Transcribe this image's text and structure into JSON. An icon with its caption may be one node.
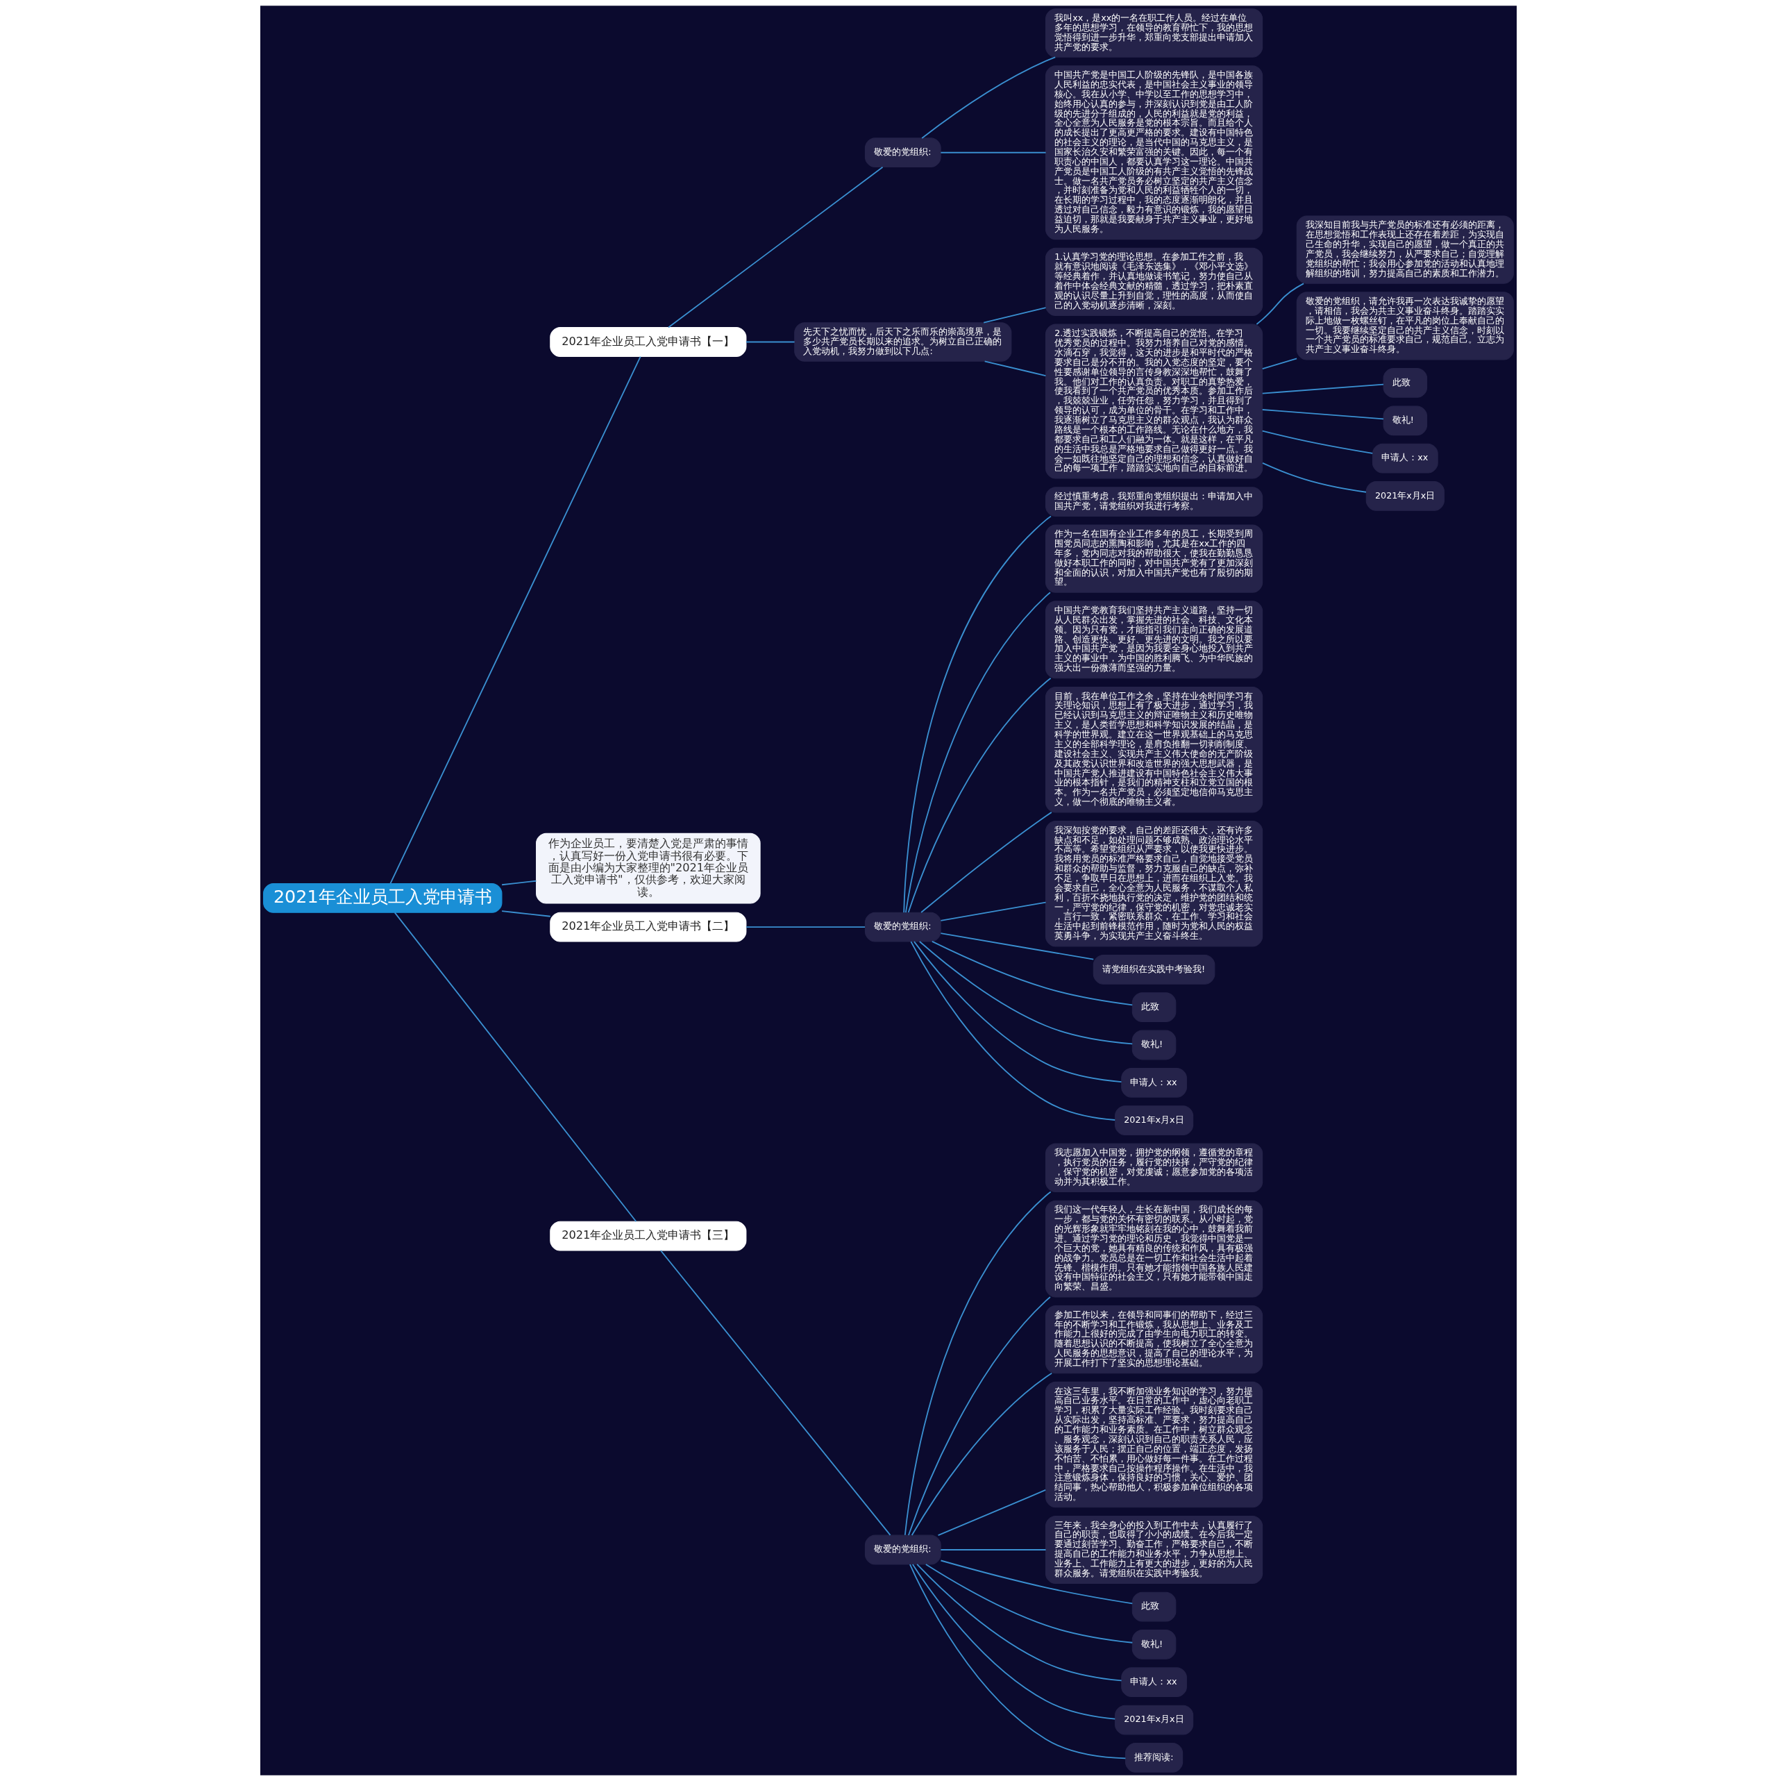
{
  "diagram": {
    "nodes": [
      {
        "text": [
          "2021年企业员工入党申请书"
        ]
      },
      {
        "text": [
          "2021年企业员工入党申请书【一】"
        ]
      },
      {
        "text": [
          "敬爱的党组织:"
        ]
      },
      {
        "text": [
          "我叫xx，是xx的一名在职工作人员。经过在单位多年的思想学习，在领导的教育帮忙下，我的思想觉悟得到进一步升华，郑重向党支部提出申请加入共产党的要求。"
        ]
      },
      {
        "text": [
          "中国共产党是中国工人阶级的先锋队，是中国各族人民利益的忠实代表，是中国社会主义事业的领导核心。我在从小学、中学以至工作的思想学习中，始终用心认真的参与，并深刻认识到党是由工人阶级的先进分子组成的，人民的利益就是党的利益，全心全意为人民服务是党的根本宗旨。而且给个人的成长提出了更高更严格的要求。建设有中国特色的社会主义的理论，是当代中国的马克思主义，是国家长治久安和繁荣富强的关键。因此，每一个有职责心的中国人，都要认真学习这一理论。中国共产党员是中国工人阶级的有共产主义觉悟的先锋战士。做一名共产党员务必树立坚定的共产主义信念，并时刻准备为党和人民的利益牺牲个人的一切，在长期的学习过程中，我的态度逐渐明朗化，并且透过对自己信念，毅力有意识的锻炼，我的愿望日益迫切，那就是我要献身于共产主义事业，更好地为人民服务。"
        ]
      },
      {
        "text": [
          "先天下之忧而忧，后天下之乐而乐的崇高境界，是多少共产党员长期以来的追求。为树立自己正确的入党动机，我努力做到以下几点:"
        ]
      },
      {
        "text": [
          "1.认真学习党的理论思想。在参加工作之前，我就有意识地阅读《毛泽东选集》，《邓小平文选》等经典着作，并认真地做读书笔记，努力使自己从着作中体会经典文献的精髓，透过学习，把朴素直观的认识尽量上升到自觉，理性的高度，从而使自己的入党动机逐步清晰，深刻。"
        ]
      },
      {
        "text": [
          "2.透过实践锻炼，不断提高自己的觉悟。在学习优秀党员的过程中。我努力培养自己对党的感情。水滴石穿，我觉得，这天的进步是和平时代的严格要求自己是分不开的。我的入党态度的坚定，要个性要感谢单位领导的言传身教深深地帮忙，鼓舞了我。他们对工作的认真负责。对职工的真挚热爱，使我看到了一个共产党员的优秀本质。参加工作后，我兢兢业业，任劳任怨，努力学习，并且得到了领导的认可，成为单位的骨干。在学习和工作中，我逐渐树立了马克思主义的群众观点，我认为群众路线是一个根本的工作路线。无论在什么地方，我都要求自己和工人们融为一体。就是这样，在平凡的生活中我总是严格地要求自己做得更好一点。我会一如既往地坚定自己的理想和信念，认真做好自己的每一项工作，踏踏实实地向自己的目标前进。"
        ]
      },
      {
        "text": [
          "我深知目前我与共产党员的标准还有必须的距离，在思想觉悟和工作表现上还存在着差距，为实现自己生命的升华，实现自己的愿望，做一个真正的共产党员，我会继续努力，从严要求自己；自觉理解党组织的帮忙；我会用心参加党的活动和认真地理解组织的培训，努力提高自己的素质和工作潜力。"
        ]
      },
      {
        "text": [
          "敬爱的党组织，请允许我再一次表达我诚挚的愿望，请相信，我会为共主义事业奋斗终身。踏踏实实际上地做一枚螺丝钉，在平凡的岗位上奉献自己的一切。我要继续坚定自己的共产主义信念，时刻以一个共产党员的标准要求自己，规范自己。立志为共产主义事业奋斗终身。"
        ]
      },
      {
        "text": [
          "此致"
        ]
      },
      {
        "text": [
          "敬礼!"
        ]
      },
      {
        "text": [
          "申请人：xx"
        ]
      },
      {
        "text": [
          "2021年x月x日"
        ]
      },
      {
        "text": [
          "作为企业员工，要清楚入党是严肃的事情，认真写好一份入党申请书很有必要。下面是由小编为大家整理的\"2021年企业员工入党申请书\"，仅供参考，欢迎大家阅读。"
        ]
      },
      {
        "text": [
          "2021年企业员工入党申请书【二】"
        ]
      },
      {
        "text": [
          "敬爱的党组织:"
        ]
      },
      {
        "text": [
          "经过慎重考虑，我郑重向党组织提出：申请加入中国共产党，请党组织对我进行考察。"
        ]
      },
      {
        "text": [
          "作为一名在国有企业工作多年的员工，长期受到周围党员同志的熏陶和影响，尤其是在xx工作的四年多，党内同志对我的帮助很大，使我在勤勤恳恳做好本职工作的同时，对中国共产党有了更加深刻和全面的认识，对加入中国共产党也有了殷切的期望。"
        ]
      },
      {
        "text": [
          "中国共产党教育我们坚持共产主义道路，坚持一切从人民群众出发，掌握先进的社会、科技、文化本领。因为只有党，才能指引我们走向正确的发展道路、创造更快、更好、更先进的文明。我之所以要加入中国共产党，是因为我要全身心地投入到共产主义的事业中，为中国的胜利腾飞、为中华民族的强大出一份微薄而坚强的力量。"
        ]
      },
      {
        "text": [
          "目前，我在单位工作之余，坚持在业余时间学习有关理论知识，思想上有了极大进步，通过学习，我已经认识到马克思主义的辩证唯物主义和历史唯物主义，是人类哲学思想和科学知识发展的结晶，是科学的世界观。建立在这一世界观基础上的马克思主义的全部科学理论，是肩负推翻一切剥削制度、建设社会主义、实现共产主义伟大使命的无产阶级及其政党认识世界和改造世界的强大思想武器，是中国共产党人推进建设有中国特色社会主义伟大事业的根本指针，是我们的精神支柱和立党立国的根本。作为一名共产党员，必须坚定地信仰马克思主义，做一个彻底的唯物主义者。"
        ]
      },
      {
        "text": [
          "我深知按党的要求，自己的差距还很大，还有许多缺点和不足，如处理问题不够成熟、政治理论水平不高等。希望党组织从严要求，以使我更快进步。我将用党员的标准严格要求自己，自觉地接受党员和群众的帮助与监督，努力克服自己的缺点，弥补不足，争取早日在思想上，进而在组织上入党。我会要求自己，全心全意为人民服务，不谋取个人私利，百折不挠地执行党的决定，维护党的团结和统一，严守党的纪律，保守党的机密，对党忠诚老实，言行一致，紧密联系群众，在工作、学习和社会生活中起到前锋模范作用，随时为党和人民的权益英勇斗争，为实现共产主义奋斗终生。"
        ]
      },
      {
        "text": [
          "请党组织在实践中考验我!"
        ]
      },
      {
        "text": [
          "此致"
        ]
      },
      {
        "text": [
          "敬礼!"
        ]
      },
      {
        "text": [
          "申请人：xx"
        ]
      },
      {
        "text": [
          "2021年x月x日"
        ]
      },
      {
        "text": [
          "2021年企业员工入党申请书【三】"
        ]
      },
      {
        "text": [
          "敬爱的党组织:"
        ]
      },
      {
        "text": [
          "我志愿加入中国党，拥护党的纲领，遵循党的章程，执行党员的任务，履行党的抉择，严守党的纪律，保守党的机密，对党虔诚；愿意参加党的各项活动并为其积极工作。"
        ]
      },
      {
        "text": [
          "我们这一代年轻人，生长在新中国，我们成长的每一步，都与党的关怀有密切的联系。从小时起，党的光辉形象就牢牢地铭刻在我的心中，鼓舞着我前进。通过学习党的理论和历史，我觉得中国党是一个巨大的党，她具有精良的传统和作风，具有极强的战争力。党员总是在一切工作和社会生活中起着先锋、楷模作用。只有她才能指领中国各族人民建设有中国特征的社会主义，只有她才能带领中国走向繁荣、昌盛。"
        ]
      },
      {
        "text": [
          "参加工作以来，在领导和同事们的帮助下，经过三年的不断学习和工作锻炼，我从思想上、业务及工作能力上很好的完成了由学生向电力职工的转变。随着思想认识的不断提高，使我树立了全心全意为人民服务的思想意识，提高了自己的理论水平，为开展工作打下了坚实的思想理论基础。"
        ]
      },
      {
        "text": [
          "在这三年里，我不断加强业务知识的学习，努力提高自己业务水平。在日常的工作中，虚心向老职工学习，积累了大量实际工作经验。我时刻要求自己从实际出发，坚持高标准、严要求，努力提高自己的工作能力和业务素质。在工作中，树立群众观念、服务观念，深刻认识到自己的职责关系人民，应该服务于人民；摆正自己的位置，端正态度，发扬不怕苦、不怕累，用心做好每一件事。在工作过程中，严格要求自己按操作程序操作。在生活中，我注意锻炼身体，保持良好的习惯，关心、爱护、团结同事，热心帮助他人，积极参加单位组织的各项活动。"
        ]
      },
      {
        "text": [
          "三年来，我全身心的投入到工作中去，认真履行了自己的职责，也取得了小小的成绩。在今后我一定要通过刻苦学习、勤奋工作，严格要求自己，不断提高自己的工作能力和业务水平，力争从思想上、业务上、工作能力上有更大的进步，更好的为人民群众服务。请党组织在实践中考验我。"
        ]
      },
      {
        "text": [
          "此致"
        ]
      },
      {
        "text": [
          "敬礼!"
        ]
      },
      {
        "text": [
          "申请人：xx"
        ]
      },
      {
        "text": [
          "2021年x月x日"
        ]
      },
      {
        "text": [
          "推荐阅读:"
        ]
      }
    ],
    "edges": [
      {
        "from": 0,
        "to": 1,
        "arrow": "none"
      },
      {
        "from": 1,
        "to": 2,
        "arrow": "none"
      },
      {
        "from": 2,
        "to": 3,
        "arrow": "none"
      },
      {
        "from": 2,
        "to": 4,
        "arrow": "none"
      },
      {
        "from": 1,
        "to": 5,
        "arrow": "none"
      },
      {
        "from": 5,
        "to": 6,
        "arrow": "none"
      },
      {
        "from": 5,
        "to": 7,
        "arrow": "none"
      },
      {
        "from": 7,
        "to": 8,
        "arrow": "none"
      },
      {
        "from": 7,
        "to": 9,
        "arrow": "none"
      },
      {
        "from": 7,
        "to": 10,
        "arrow": "none"
      },
      {
        "from": 7,
        "to": 11,
        "arrow": "none"
      },
      {
        "from": 7,
        "to": 12,
        "arrow": "none"
      },
      {
        "from": 7,
        "to": 13,
        "arrow": "none"
      },
      {
        "from": 0,
        "to": 14,
        "arrow": "none"
      },
      {
        "from": 0,
        "to": 15,
        "arrow": "none"
      },
      {
        "from": 15,
        "to": 16,
        "arrow": "none"
      },
      {
        "from": 16,
        "to": 17,
        "arrow": "none"
      },
      {
        "from": 16,
        "to": 18,
        "arrow": "none"
      },
      {
        "from": 16,
        "to": 19,
        "arrow": "none"
      },
      {
        "from": 16,
        "to": 20,
        "arrow": "none"
      },
      {
        "from": 16,
        "to": 21,
        "arrow": "none"
      },
      {
        "from": 16,
        "to": 22,
        "arrow": "none"
      },
      {
        "from": 16,
        "to": 23,
        "arrow": "none"
      },
      {
        "from": 16,
        "to": 24,
        "arrow": "none"
      },
      {
        "from": 16,
        "to": 25,
        "arrow": "none"
      },
      {
        "from": 16,
        "to": 26,
        "arrow": "none"
      },
      {
        "from": 0,
        "to": 27,
        "arrow": "none"
      },
      {
        "from": 27,
        "to": 28,
        "arrow": "none"
      },
      {
        "from": 28,
        "to": 29,
        "arrow": "none"
      },
      {
        "from": 28,
        "to": 30,
        "arrow": "none"
      },
      {
        "from": 28,
        "to": 31,
        "arrow": "none"
      },
      {
        "from": 28,
        "to": 32,
        "arrow": "none"
      },
      {
        "from": 28,
        "to": 33,
        "arrow": "none"
      },
      {
        "from": 28,
        "to": 34,
        "arrow": "none"
      },
      {
        "from": 28,
        "to": 35,
        "arrow": "none"
      },
      {
        "from": 28,
        "to": 36,
        "arrow": "none"
      },
      {
        "from": 28,
        "to": 37,
        "arrow": "none"
      },
      {
        "from": 28,
        "to": 38,
        "arrow": "none"
      }
    ]
  }
}
